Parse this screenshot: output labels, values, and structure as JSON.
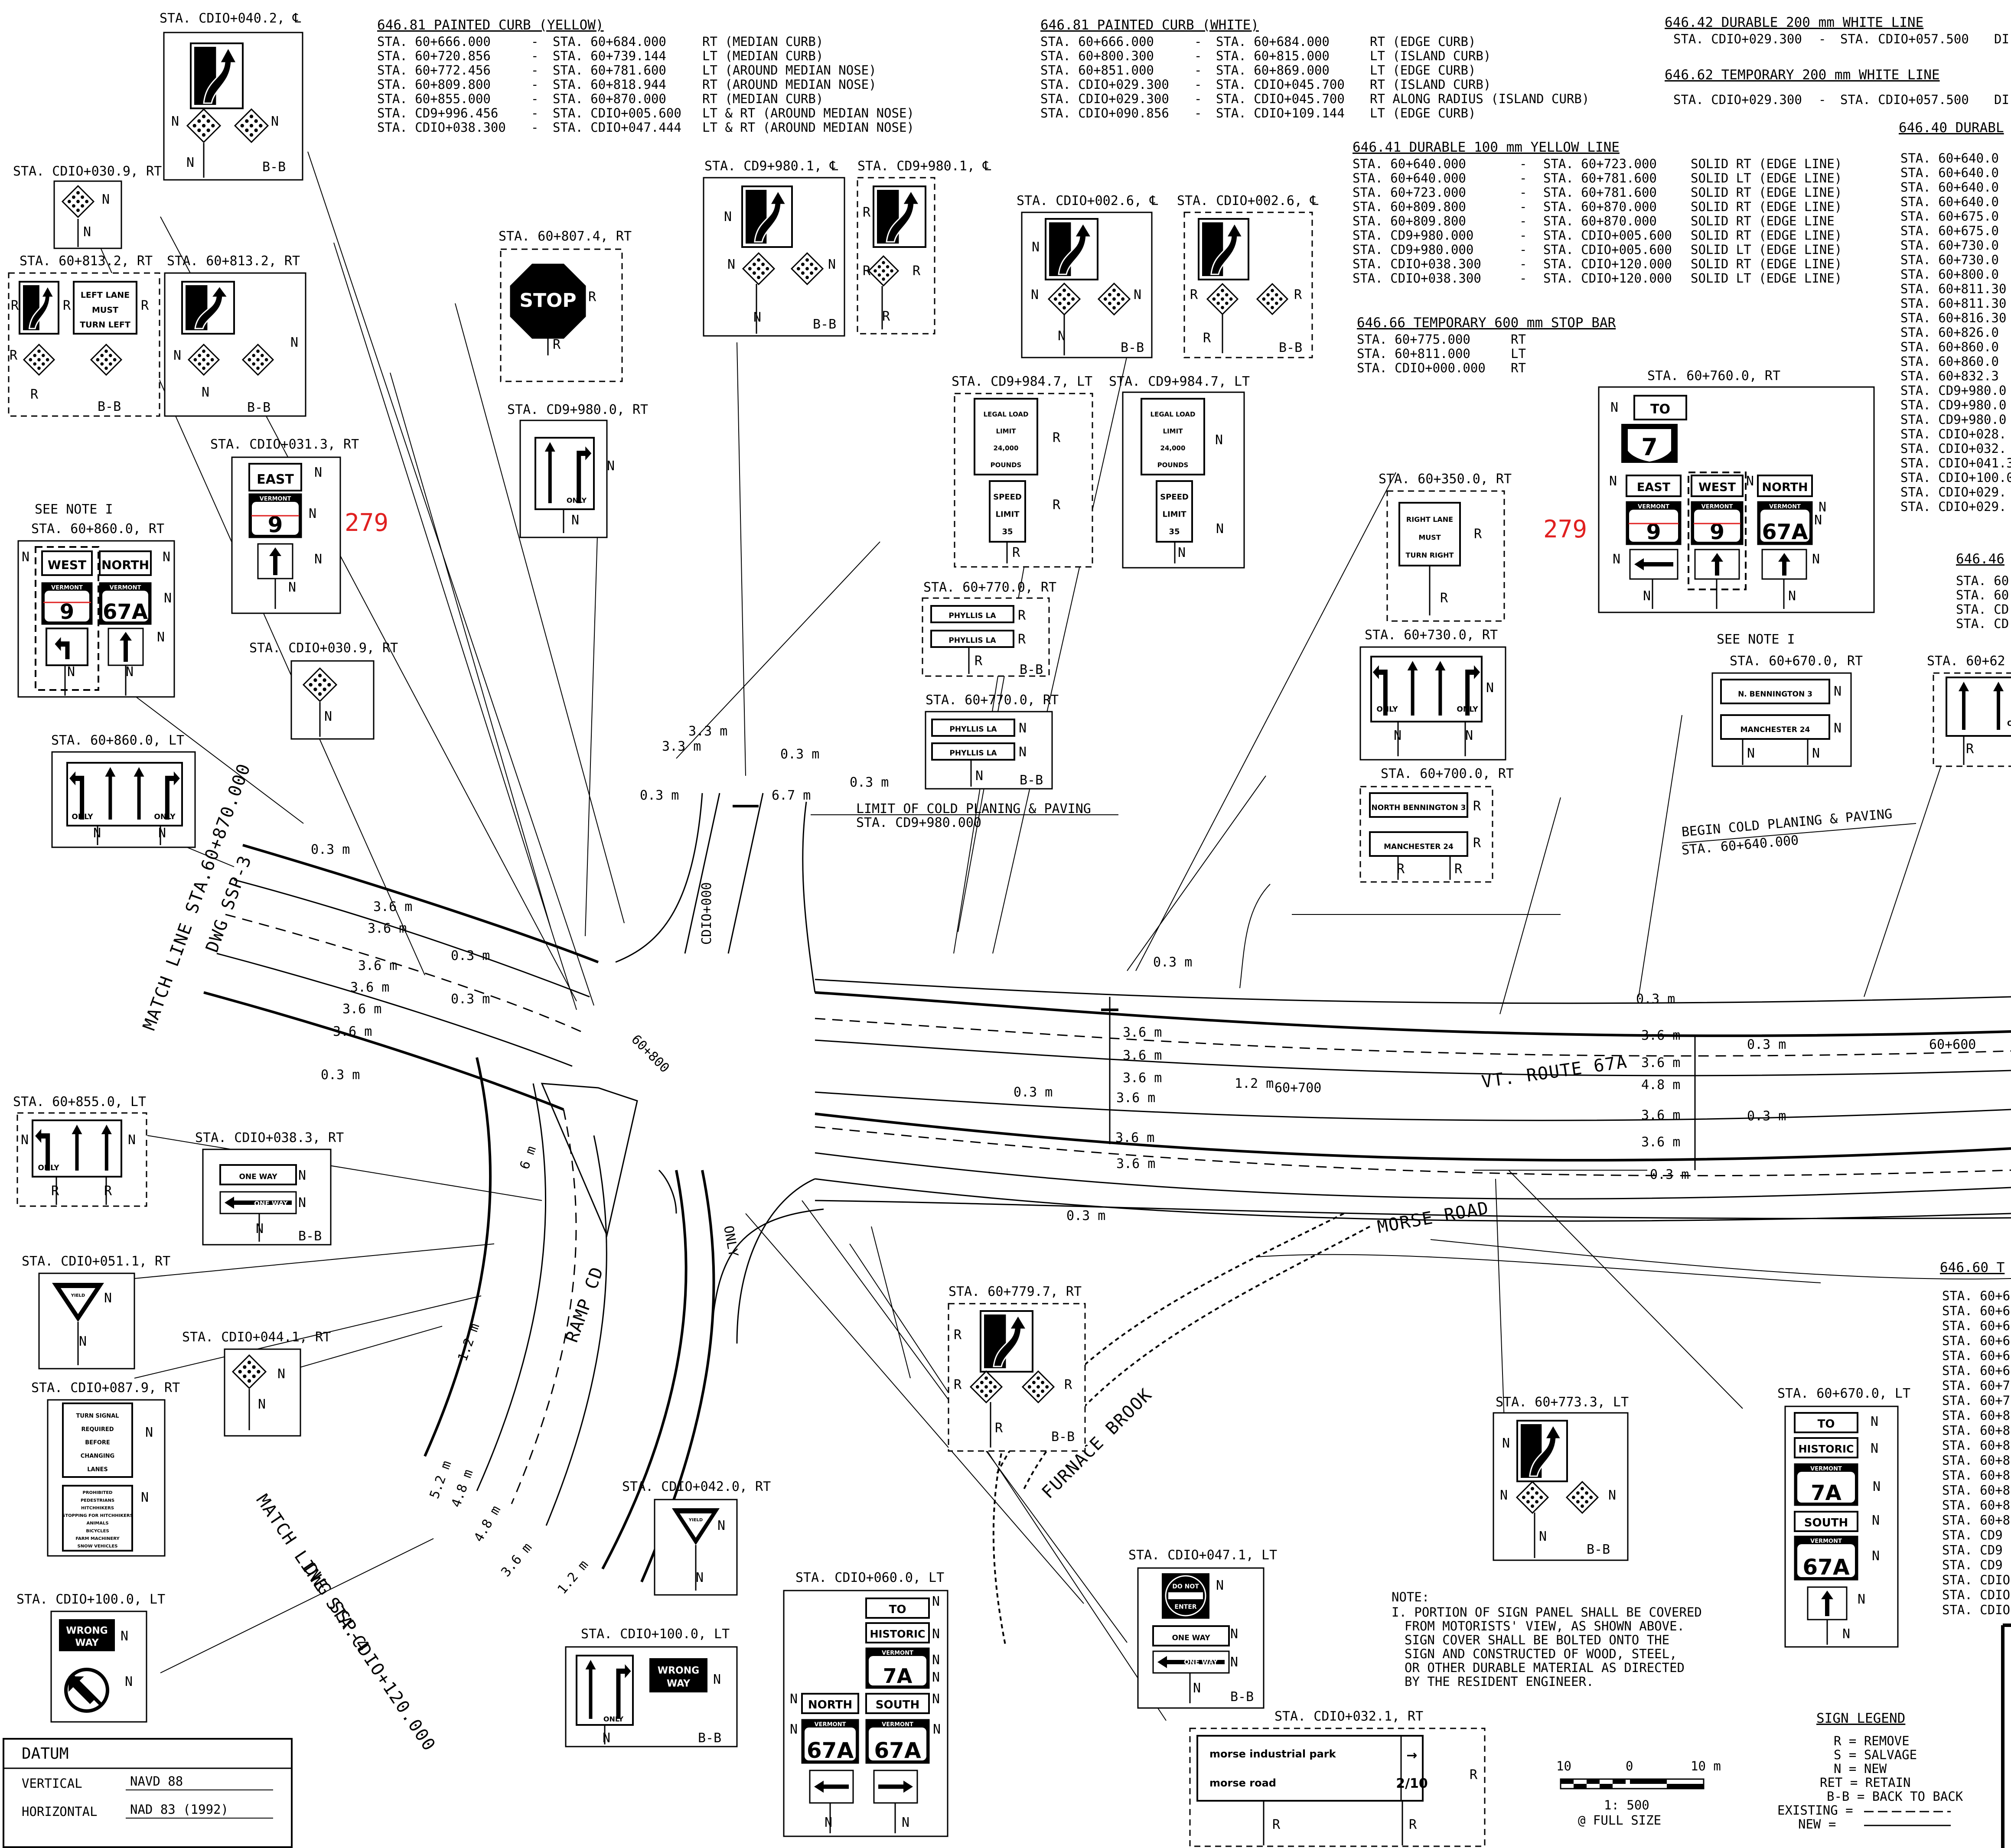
{
  "signs": [
    {
      "id": "s1",
      "station": "STA. CDIO+040.2, ℄",
      "codes": [
        "N",
        "N",
        "N",
        "B-B"
      ]
    },
    {
      "id": "s2",
      "station": "STA. CDIO+030.9, RT",
      "codes": [
        "N",
        "N"
      ]
    },
    {
      "id": "s3",
      "station": "STA. 60+813.2, RT",
      "panel": [
        "LEFT LANE",
        "MUST",
        "TURN LEFT"
      ],
      "codes": [
        "R",
        "R",
        "R",
        "B-B"
      ]
    },
    {
      "id": "s4",
      "station": "STA. 60+813.2, RT",
      "codes": [
        "N",
        "N",
        "N",
        "B-B"
      ]
    },
    {
      "id": "s5",
      "station": "STA. 60+807.4, RT",
      "panel": [
        "STOP"
      ],
      "codes": [
        "R",
        "R"
      ]
    },
    {
      "id": "s6",
      "station": "STA. CD9+980.0, RT",
      "panel": [
        "ONLY"
      ],
      "codes": [
        "N",
        "N"
      ]
    },
    {
      "id": "s7",
      "station": "STA. CDIO+031.3, RT",
      "panel": [
        "EAST",
        "VERMONT",
        "9"
      ],
      "codes": [
        "N",
        "N",
        "N"
      ]
    },
    {
      "id": "s8",
      "station": "STA. 60+860.0, RT",
      "panel": [
        "WEST",
        "NORTH",
        "VERMONT",
        "9",
        "VERMONT",
        "67A"
      ],
      "codes": [
        "N",
        "N",
        "N",
        "N",
        "N"
      ]
    },
    {
      "id": "s9",
      "station": "STA. CDIO+030.9, RT",
      "codes": [
        "N"
      ]
    },
    {
      "id": "s10",
      "station": "STA. 60+860.0, LT",
      "panel": [
        "ONLY",
        "ONLY"
      ],
      "codes": [
        "N",
        "N"
      ]
    },
    {
      "id": "s11",
      "station": "STA. CD9+980.1, ℄",
      "codes": [
        "N",
        "N",
        "N",
        "N",
        "B-B"
      ]
    },
    {
      "id": "s12",
      "station": "STA. CD9+980.1, ℄",
      "codes": [
        "R",
        "R",
        "R",
        "R"
      ]
    },
    {
      "id": "s13",
      "station": "STA. CDIO+002.6, ℄",
      "codes": [
        "N",
        "N",
        "N",
        "N",
        "B-B"
      ]
    },
    {
      "id": "s14",
      "station": "STA. CDIO+002.6, ℄",
      "codes": [
        "R",
        "R",
        "R",
        "R",
        "B-B"
      ]
    },
    {
      "id": "s15",
      "station": "STA. CD9+984.7, LT",
      "panel": [
        "LEGAL LOAD",
        "LIMIT",
        "24,000",
        "POUNDS",
        "SPEED",
        "LIMIT",
        "35"
      ],
      "codes": [
        "R",
        "R",
        "R"
      ]
    },
    {
      "id": "s16",
      "station": "STA. CD9+984.7, LT",
      "panel": [
        "LEGAL LOAD",
        "LIMIT",
        "24,000",
        "POUNDS",
        "SPEED",
        "LIMIT",
        "35"
      ],
      "codes": [
        "N",
        "N",
        "N"
      ]
    },
    {
      "id": "s17",
      "station": "STA. 60+770.0, RT",
      "panel": [
        "PHYLLIS LA",
        "PHYLLIS LA"
      ],
      "codes": [
        "R",
        "R",
        "R",
        "B-B"
      ]
    },
    {
      "id": "s18",
      "station": "STA. 60+770.0, RT",
      "panel": [
        "PHYLLIS LA",
        "PHYLLIS LA"
      ],
      "codes": [
        "N",
        "N",
        "B-B"
      ]
    },
    {
      "id": "s19",
      "station": "STA. 60+350.0, RT",
      "panel": [
        "RIGHT LANE",
        "MUST",
        "TURN RIGHT"
      ],
      "codes": [
        "R",
        "R"
      ]
    },
    {
      "id": "s20",
      "station": "STA. 60+730.0, RT",
      "panel": [
        "ONLY",
        "ONLY"
      ],
      "codes": [
        "N",
        "N",
        "N"
      ]
    },
    {
      "id": "s21",
      "station": "STA. 60+700.0, RT",
      "panel": [
        "NORTH BENNINGTON 3",
        "MANCHESTER 24"
      ],
      "codes": [
        "R",
        "R",
        "R",
        "R"
      ]
    },
    {
      "id": "s22",
      "station": "STA. 60+760.0, RT",
      "panel": [
        "TO",
        "7",
        "EAST",
        "WEST",
        "NORTH",
        "VERMONT",
        "9",
        "VERMONT",
        "9",
        "VERMONT",
        "67A"
      ],
      "codes": [
        "N",
        "N",
        "N",
        "N",
        "N",
        "N",
        "N",
        "N"
      ]
    },
    {
      "id": "s23",
      "station": "STA. 60+670.0, RT",
      "panel": [
        "N. BENNINGTON 3",
        "MANCHESTER 24"
      ],
      "codes": [
        "N",
        "N",
        "N",
        "N"
      ]
    },
    {
      "id": "s24",
      "station": "STA. 60+62",
      "panel": [
        "ON"
      ],
      "codes": [
        "R"
      ]
    },
    {
      "id": "s25",
      "station": "STA. 60+855.0, LT",
      "panel": [
        "ONLY"
      ],
      "codes": [
        "N",
        "N",
        "R",
        "R"
      ]
    },
    {
      "id": "s26",
      "station": "STA. CDIO+038.3, RT",
      "panel": [
        "ONE WAY",
        "ONE WAY"
      ],
      "codes": [
        "N",
        "N",
        "N",
        "B-B"
      ]
    },
    {
      "id": "s27",
      "station": "STA. CDIO+051.1, RT",
      "panel": [
        "YIELD"
      ],
      "codes": [
        "N",
        "N"
      ]
    },
    {
      "id": "s28",
      "station": "STA. CDIO+044.1, RT",
      "codes": [
        "N",
        "N"
      ]
    },
    {
      "id": "s29",
      "station": "STA. CDIO+087.9, RT",
      "panel": [
        "TURN SIGNAL",
        "REQUIRED",
        "BEFORE",
        "CHANGING",
        "LANES",
        "PROHIBITED",
        "PEDESTRIANS",
        "HITCHHIKERS",
        "STOPPING FOR HITCHHIKERS",
        "ANIMALS",
        "BICYCLES",
        "FARM MACHINERY",
        "SNOW VEHICLES"
      ],
      "codes": [
        "N",
        "N"
      ]
    },
    {
      "id": "s30",
      "station": "STA. CDIO+100.0, LT",
      "panel": [
        "WRONG",
        "WAY"
      ],
      "codes": [
        "N",
        "N"
      ]
    },
    {
      "id": "s31",
      "station": "STA. CDIO+042.0, RT",
      "panel": [
        "YIELD"
      ],
      "codes": [
        "N",
        "N"
      ]
    },
    {
      "id": "s32",
      "station": "STA. CDIO+100.0, LT",
      "panel": [
        "ONLY",
        "WRONG",
        "WAY"
      ],
      "codes": [
        "N",
        "N",
        "B-B"
      ]
    },
    {
      "id": "s33",
      "station": "STA. CDIO+060.0, LT",
      "panel": [
        "TO",
        "HISTORIC",
        "VERMONT",
        "7A",
        "NORTH",
        "SOUTH",
        "VERMONT",
        "67A",
        "VERMONT",
        "67A"
      ],
      "codes": [
        "N",
        "N",
        "N",
        "N",
        "N",
        "N",
        "N",
        "N",
        "N",
        "N"
      ]
    },
    {
      "id": "s34",
      "station": "STA. 60+779.7, RT",
      "codes": [
        "R",
        "R",
        "R",
        "R",
        "B-B"
      ]
    },
    {
      "id": "s35",
      "station": "STA. 60+773.3, LT",
      "codes": [
        "N",
        "N",
        "N",
        "B-B"
      ]
    },
    {
      "id": "s36",
      "station": "STA. CDIO+047.1, LT",
      "panel": [
        "DO NOT",
        "ENTER",
        "ONE WAY",
        "ONE WAY"
      ],
      "codes": [
        "N",
        "N",
        "N",
        "N",
        "B-B"
      ]
    },
    {
      "id": "s37",
      "station": "STA. CDIO+032.1, RT",
      "panel": [
        "morse industrial park",
        "morse road",
        "→",
        "2/10"
      ],
      "codes": [
        "R",
        "R",
        "R"
      ]
    },
    {
      "id": "s38",
      "station": "STA. 60+670.0, LT",
      "panel": [
        "TO",
        "HISTORIC",
        "VERMONT",
        "7A",
        "SOUTH",
        "VERMONT",
        "67A"
      ],
      "codes": [
        "N",
        "N",
        "N",
        "N",
        "N",
        "N",
        "N"
      ]
    }
  ],
  "notes_tables": {
    "painted_curb_yellow": {
      "title": "646.81 PAINTED CURB (YELLOW)",
      "rows": [
        [
          "STA. 60+666.000",
          "-",
          "STA. 60+684.000",
          "RT (MEDIAN CURB)"
        ],
        [
          "STA. 60+720.856",
          "-",
          "STA. 60+739.144",
          "LT (MEDIAN CURB)"
        ],
        [
          "STA. 60+772.456",
          "-",
          "STA. 60+781.600",
          "LT (AROUND MEDIAN NOSE)"
        ],
        [
          "STA. 60+809.800",
          "-",
          "STA. 60+818.944",
          "RT (AROUND MEDIAN NOSE)"
        ],
        [
          "STA. 60+855.000",
          "-",
          "STA. 60+870.000",
          "RT (MEDIAN CURB)"
        ],
        [
          "STA. CD9+996.456",
          "-",
          "STA. CDIO+005.600",
          "LT & RT (AROUND MEDIAN NOSE)"
        ],
        [
          "STA. CDIO+038.300",
          "-",
          "STA. CDIO+047.444",
          "LT & RT (AROUND MEDIAN NOSE)"
        ]
      ]
    },
    "painted_curb_white": {
      "title": "646.81 PAINTED CURB (WHITE)",
      "rows": [
        [
          "STA. 60+666.000",
          "-",
          "STA. 60+684.000",
          "RT (EDGE CURB)"
        ],
        [
          "STA. 60+800.300",
          "-",
          "STA. 60+815.000",
          "LT (ISLAND CURB)"
        ],
        [
          "STA. 60+851.000",
          "-",
          "STA. 60+869.000",
          "LT (EDGE CURB)"
        ],
        [
          "STA. CDIO+029.300",
          "-",
          "STA. CDIO+045.700",
          "RT (ISLAND CURB)"
        ],
        [
          "STA. CDIO+029.300",
          "-",
          "STA. CDIO+045.700",
          "RT ALONG RADIUS (ISLAND CURB)"
        ],
        [
          "STA. CDIO+090.856",
          "-",
          "STA. CDIO+109.144",
          "LT (EDGE CURB)"
        ]
      ]
    },
    "durable_white_line": {
      "title": "646.42 DURABLE 200 mm WHITE LINE",
      "rows": [
        [
          "STA. CDIO+029.300",
          "-",
          "STA. CDIO+057.500",
          "DI"
        ]
      ]
    },
    "temporary_white_line": {
      "title": "646.62 TEMPORARY 200 mm WHITE LINE",
      "rows": [
        [
          "STA. CDIO+029.300",
          "-",
          "STA. CDIO+057.500",
          "DI"
        ]
      ]
    },
    "durable_yellow_line": {
      "title": "646.41 DURABLE 100 mm YELLOW LINE",
      "rows": [
        [
          "STA. 60+640.000",
          "-",
          "STA. 60+723.000",
          "SOLID RT (EDGE LINE)"
        ],
        [
          "STA. 60+640.000",
          "-",
          "STA. 60+781.600",
          "SOLID LT (EDGE LINE)"
        ],
        [
          "STA. 60+723.000",
          "-",
          "STA. 60+781.600",
          "SOLID RT (EDGE LINE)"
        ],
        [
          "STA. 60+809.800",
          "-",
          "STA. 60+870.000",
          "SOLID RT (EDGE LINE)"
        ],
        [
          "STA. 60+809.800",
          "-",
          "STA. 60+870.000",
          "SOLID RT (EDGE LINE"
        ],
        [
          "STA. CD9+980.000",
          "-",
          "STA. CDIO+005.600",
          "SOLID RT (EDGE LINE)"
        ],
        [
          "STA. CD9+980.000",
          "-",
          "STA. CDIO+005.600",
          "SOLID LT (EDGE LINE)"
        ],
        [
          "STA. CDIO+038.300",
          "-",
          "STA. CDIO+120.000",
          "SOLID RT (EDGE LINE)"
        ],
        [
          "STA. CDIO+038.300",
          "-",
          "STA. CDIO+120.000",
          "SOLID LT (EDGE LINE)"
        ]
      ]
    },
    "stop_bar": {
      "title": "646.66 TEMPORARY 600 mm STOP BAR",
      "rows": [
        [
          "STA. 60+775.000",
          "RT"
        ],
        [
          "STA. 60+811.000",
          "LT"
        ],
        [
          "STA. CDIO+000.000",
          "RT"
        ]
      ]
    },
    "durable_right": {
      "title": "646.40 DURABL",
      "rows": [
        "STA. 60+640.0",
        "STA. 60+640.0",
        "STA. 60+640.0",
        "STA. 60+640.0",
        "STA. 60+675.0",
        "STA. 60+675.0",
        "STA. 60+730.0",
        "STA. 60+730.0",
        "STA. 60+800.0",
        "STA. 60+811.30",
        "STA. 60+811.30",
        "STA. 60+816.30",
        "STA. 60+826.0",
        "STA. 60+860.0",
        "STA. 60+860.0",
        "STA. 60+832.3",
        "STA. CD9+980.0",
        "STA. CD9+980.0",
        "STA. CD9+980.0",
        "STA. CDIO+028.",
        "STA. CDIO+032.",
        "STA. CDIO+041.3",
        "STA. CDIO+100.0",
        "STA. CDIO+029.",
        "STA. CDIO+029."
      ]
    },
    "partial_646_46": {
      "title": "646.46",
      "rows": [
        "STA. 60",
        "STA. 60",
        "STA. CD",
        "STA. CD"
      ]
    },
    "partial_646_60": {
      "title": "646.60 T",
      "rows": [
        "STA. 60+6",
        "STA. 60+6",
        "STA. 60+6",
        "STA. 60+6",
        "STA. 60+6",
        "STA. 60+6",
        "STA. 60+7",
        "STA. 60+7",
        "STA. 60+8",
        "STA. 60+8",
        "STA. 60+8",
        "STA. 60+8",
        "STA. 60+8",
        "STA. 60+8",
        "STA. 60+8",
        "STA. 60+8",
        "STA. CD9",
        "STA. CD9",
        "STA. CD9",
        "STA. CDIO",
        "STA. CDIO",
        "STA. CDIO"
      ]
    }
  },
  "plan_labels": {
    "route": "VT. ROUTE 67A",
    "morse_road": "MORSE ROAD",
    "ramp_cd": "RAMP CD",
    "brook": "FURNACE BROOK",
    "match1a": "MATCH LINE STA.60+870.000",
    "match1b": "DWG SSP-3",
    "match2a": "MATCH LINE STA.CDIO+120.000",
    "match2b": "DWG SSP-4",
    "limit1": "LIMIT OF COLD PLANING & PAVING",
    "limit2": "STA. CD9+980.000",
    "begin1": "BEGIN COLD PLANING & PAVING",
    "begin2": "STA. 60+640.000",
    "sta_60_800": "60+800",
    "sta_60_700": "60+700",
    "sta_60_600": "60+600",
    "cdio": "CDIO+000",
    "only_pave": "ONLY",
    "see_note": "SEE NOTE I",
    "red_num": "279",
    "dims": {
      "d03": "0.3 m",
      "d36": "3.6 m",
      "d33": "3.3 m",
      "d67": "6.7 m",
      "d48": "4.8 m",
      "d12": "1.2 m",
      "d52": "5.2 m",
      "d6": "6 m"
    }
  },
  "note": {
    "title": "NOTE:",
    "lines": [
      "I. PORTION OF SIGN PANEL SHALL BE COVERED",
      "FROM MOTORISTS' VIEW, AS SHOWN ABOVE.",
      "SIGN COVER SHALL BE BOLTED ONTO THE",
      "SIGN AND CONSTRUCTED OF WOOD, STEEL,",
      "OR OTHER DURABLE MATERIAL AS DIRECTED",
      "BY THE RESIDENT ENGINEER."
    ]
  },
  "datum": {
    "title": "DATUM",
    "vertical_label": "VERTICAL",
    "vertical": "NAVD 88",
    "horizontal_label": "HORIZONTAL",
    "horizontal": "NAD 83 (1992)"
  },
  "scale": {
    "left": "10",
    "mid": "0",
    "right": "10 m",
    "ratio": "1: 500",
    "full": "@ FULL SIZE"
  },
  "legend": {
    "title": "SIGN LEGEND",
    "rows": [
      "R = REMOVE",
      "S = SALVAGE",
      "N = NEW",
      "RET = RETAIN",
      "B-B = BACK TO BACK",
      "EXISTING =",
      "NEW ="
    ]
  }
}
